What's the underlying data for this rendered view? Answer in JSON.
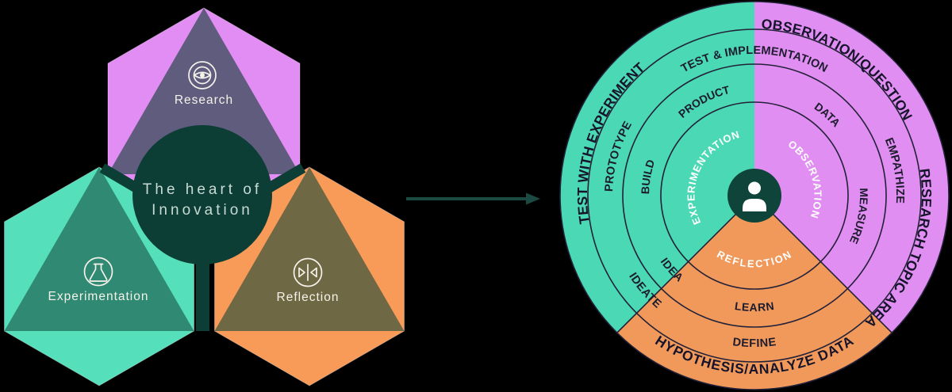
{
  "title": "The heart of Innovation diagram",
  "left_diagram": {
    "center_title": {
      "line1": "The heart of",
      "line2": "Innovation"
    },
    "sections": [
      {
        "label": "Research",
        "icon": "eye-focus-icon",
        "hex_color": "#e28df3",
        "triangle_color": "#5f5c7e"
      },
      {
        "label": "Experimentation",
        "icon": "flask-icon",
        "hex_color": "#56dfbb",
        "triangle_color": "#2f8973"
      },
      {
        "label": "Reflection",
        "icon": "reflect-symmetry-icon",
        "hex_color": "#f89a58",
        "triangle_color": "#6f6844"
      }
    ],
    "hub_color": "#0c3e35"
  },
  "arrow": {
    "direction": "right",
    "color": "#1b4a42"
  },
  "right_diagram": {
    "center_icon": "person-icon",
    "center_color": "#0e443a",
    "sector_colors": {
      "experimentation": "#4ad9b4",
      "observation": "#e18ef2",
      "reflection": "#f0995b"
    },
    "inner": {
      "experimentation": "EXPERIMENTATION",
      "observation": "OBSERVATION",
      "reflection": "REFLECTION"
    },
    "ring2": {
      "build": "BUILD",
      "product": "PRODUCT",
      "data": "DATA",
      "measure": "MEASURE",
      "idea": "IDEA",
      "learn": "LEARN"
    },
    "ring3": {
      "prototype": "PROTOTYPE",
      "test_implementation": "TEST & IMPLEMENTATION",
      "empathize": "EMPATHIZE",
      "ideate": "IDEATE",
      "define": "DEFINE"
    },
    "outer": {
      "test_with_experiment": "TEST WITH EXPERIMENT",
      "observation_question": "OBSERVATION/QUESTION",
      "research_topic_area": "RESEARCH TOPIC AREA",
      "hypothesis_analyze_data": "HYPOTHESIS/ANALYZE DATA"
    }
  }
}
